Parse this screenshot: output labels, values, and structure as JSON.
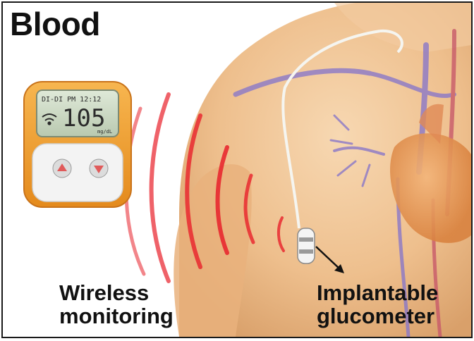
{
  "title": "Blood",
  "device": {
    "screen_top_text": "DI-DI PM 12:12",
    "reading_value": "105",
    "reading_unit": "mg/dL"
  },
  "labels": {
    "wireless": [
      "Wireless",
      "monitoring"
    ],
    "implant": [
      "Implantable",
      "glucometer"
    ]
  },
  "colors": {
    "skin": "#f0c79a",
    "signal": "#e8202a",
    "vessel": "#8a78c8",
    "heart": "#e39a5a",
    "meter_case": "#f2a23a"
  }
}
